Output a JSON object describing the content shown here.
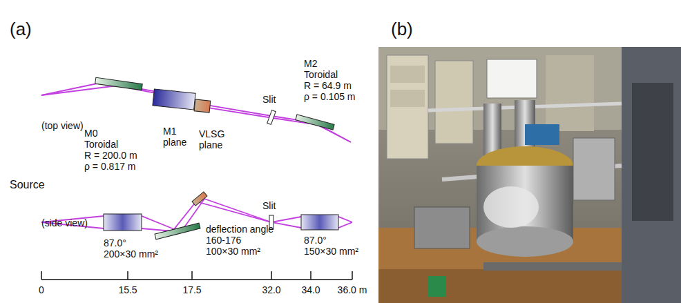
{
  "diagram": {
    "labels": [
      "(a)",
      "(b)",
      "(top view)",
      "M0",
      "Toroidal",
      "R = 200.0 m",
      "ρ = 0.817 m",
      "M1",
      "plane",
      "VLSG",
      "plane",
      "Slit",
      "M2",
      "Toroidal",
      "R = 64.9 m",
      "ρ = 0.105 m",
      "Source",
      "(side view)",
      "87.0°",
      "200×30 mm²",
      "deflection angle",
      "160-176",
      "100×30 mm²",
      "Slit",
      "87.0°",
      "150×30 mm²",
      "0",
      "15.5",
      "17.5",
      "32.0",
      "34.0",
      "36.0 m"
    ]
  }
}
